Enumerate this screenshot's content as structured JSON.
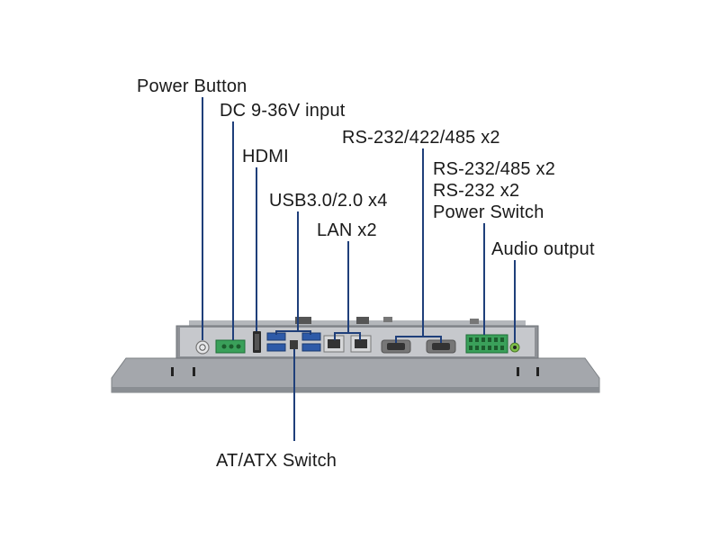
{
  "labels": {
    "power_button": "Power Button",
    "dc_input": "DC 9-36V input",
    "hdmi": "HDMI",
    "usb": "USB3.0/2.0 x4",
    "lan": "LAN x2",
    "rs232_422_485": "RS-232/422/485 x2",
    "rs232_485": "RS-232/485 x2",
    "rs232": "RS-232 x2",
    "power_switch": "Power Switch",
    "audio_output": "Audio output",
    "at_atx_switch": "AT/ATX Switch"
  },
  "colors": {
    "leader_line": "#1f3f7a",
    "chassis": "#9a9da3",
    "chassis_dark": "#6f7378",
    "io_plate": "#c9cbcf",
    "terminal_green": "#3aa05a",
    "port_blue": "#2d5aa8"
  }
}
